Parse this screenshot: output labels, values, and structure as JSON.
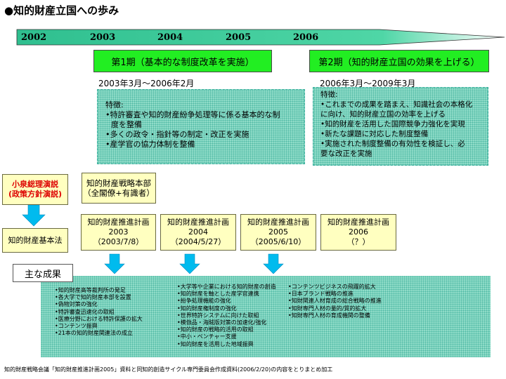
{
  "title": "●知的財産立国への歩み",
  "timeline": {
    "years": [
      "2002",
      "2003",
      "2004",
      "2005",
      "2006"
    ]
  },
  "phases": [
    {
      "heading": "第1期（基本的な制度改革を実施）",
      "period": "2003年3月～2006年2月",
      "features_title": "特徴:",
      "features": [
        "•特許審査や知的財産紛争処理等に係る基本的な制",
        "度を整備",
        "•多くの政令・指針等の制定・改正を実施",
        "•産学官の協力体制を整備"
      ]
    },
    {
      "heading": "第2期（知的財産立国の効果を上げる）",
      "period": "2006年3月～2009年3月",
      "features_title": "特徴:",
      "features": [
        "•これまでの成果を踏まえ、知識社会の本格化",
        "に向け、知的財産立国の効率を上げる",
        "•知的財産を活用した国際競争力強化を実現",
        "•新たな課題に対応した制度整備",
        "•実施された制度整備の有効性を検証し、必",
        "要な改正を実施"
      ]
    }
  ],
  "koizumi": {
    "line1": "小泉総理演説",
    "line2": "(政策方針演説)"
  },
  "basic_law": "知的財産基本法",
  "hq": {
    "line1": "知的財産戦略本部",
    "line2": "（全閣僚+有識者）"
  },
  "plans": [
    {
      "title": "知的財産推進計画",
      "year": "2003",
      "date": "（2003/7/8）"
    },
    {
      "title": "知的財産推進計画",
      "year": "2004",
      "date": "（2004/5/27）"
    },
    {
      "title": "知的財産推進計画",
      "year": "2005",
      "date": "（2005/6/10）"
    },
    {
      "title": "知的財産推進計画",
      "year": "2006",
      "date": "（？）"
    }
  ],
  "achievements_label": "主な成果",
  "outcomes": [
    [
      "•知的財産高等裁判所の発足",
      "•各大学で知的財産本部を設置",
      "•偽物対策の強化",
      "•特許審査迅速化の取組",
      "•医療分野における特許保護の拡大",
      "•コンテンツ振興",
      "•21本の知的財産関連法の成立"
    ],
    [
      "•大学等や企業における知的財産の創造",
      "•知的財産を軸とした産学官連携",
      "•紛争処理機能の強化",
      "•知的財産権制度の強化",
      "•世界特許システムに向けた取組",
      "•模倣品・海賊版対策の加速化/強化",
      "•知的財産の戦略的活用の取組",
      "•中小・ベンチャー支援",
      "•知的財産を活用した地域振興"
    ],
    [
      "•コンテンツビジネスの飛躍的拡大",
      "•日本ブランド戦略の推進",
      "•知財関連人材育成の総合戦略の推進",
      "•知財専門人材の量的/質的拡大",
      "•知財専門人材の育成機関の整備"
    ]
  ],
  "footnote": "知的財産戦略会議「知的財産推進計画2005」資料と同知的創造サイクル専門委員会作成資料(2006/2/20)の内容をとりまとめ加工",
  "colors": {
    "timeline_arrow": "#33cc99",
    "phase_heading": "#22ee22",
    "dotted_box": "#8fdcc8",
    "plan_box": "#ffffc0",
    "arrow": "#00bbee",
    "highlight_text": "#dd0000"
  }
}
